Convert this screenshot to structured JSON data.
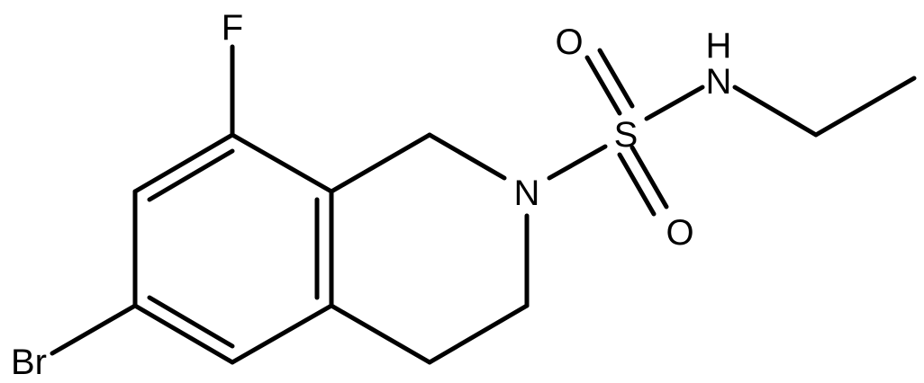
{
  "molecule": {
    "atoms": {
      "fluorine": "F",
      "bromine": "Br",
      "ring_nitrogen": "N",
      "sulfur": "S",
      "oxygen_top": "O",
      "oxygen_bottom": "O",
      "amide_n": "N",
      "amide_h": "H"
    }
  }
}
